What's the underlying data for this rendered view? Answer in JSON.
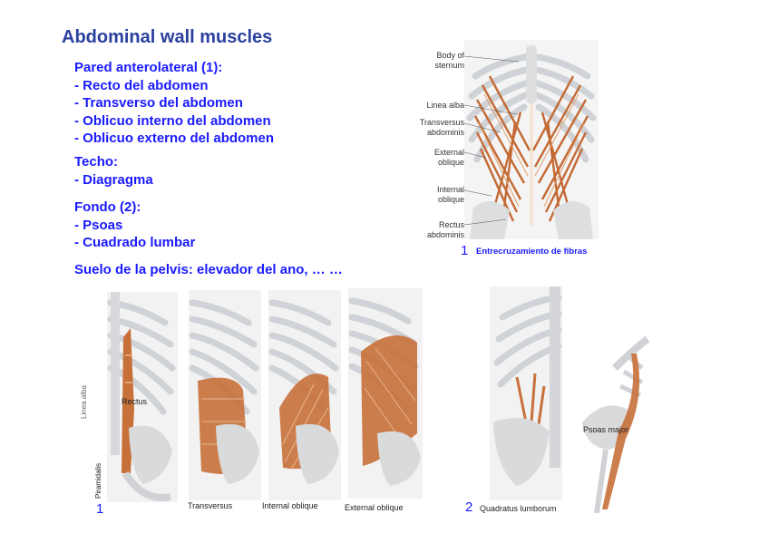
{
  "title": "Abdominal wall muscles",
  "sections": {
    "anterolateral": {
      "heading": "Pared anterolateral (1):",
      "items": [
        "- Recto del abdomen",
        "- Transverso del abdomen",
        "- Oblicuo interno del abdomen",
        "- Oblicuo externo del abdomen"
      ]
    },
    "roof": {
      "heading": "Techo:",
      "items": [
        "- Diagragma"
      ]
    },
    "floor": {
      "heading": "Fondo (2):",
      "items": [
        "- Psoas",
        "- Cuadrado lumbar"
      ]
    },
    "pelvis": "Suelo de la pelvis: elevador del ano, … …"
  },
  "figure1": {
    "labels": [
      "Body of sternum",
      "Linea alba",
      "Transversus abdominis",
      "External oblique",
      "Internal oblique",
      "Rectus abdominis"
    ],
    "number": "1",
    "caption": "Entrecruzamiento de fibras"
  },
  "bottom_left": {
    "number": "1",
    "labels": {
      "rectus": "Rectus",
      "linea_alba": "Linea alba",
      "piramidalis": "Piramidalis"
    },
    "captions": [
      "Transversus",
      "Internal oblique",
      "External oblique"
    ]
  },
  "bottom_right": {
    "number": "2",
    "caption": "Quadratus lumborum",
    "psoas_label": "Psoas major"
  },
  "colors": {
    "title": "#2a3f9e",
    "text": "#1a1aff",
    "muscle": "#c8703a",
    "bone": "#d8dadc"
  }
}
